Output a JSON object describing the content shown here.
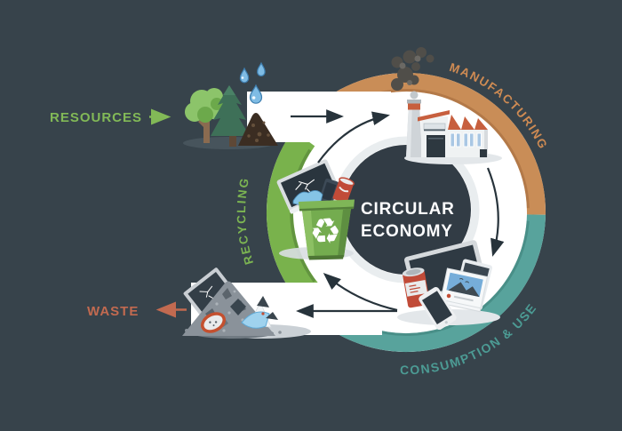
{
  "diagram": {
    "title_line1": "CIRCULAR",
    "title_line2": "ECONOMY",
    "stages": {
      "manufacturing": {
        "label": "MANUFACTURING",
        "text_color": "#CF8B53",
        "arc_color": "#C98D57"
      },
      "consumption_use": {
        "label": "CONSUMPTION & USE",
        "text_color": "#4C9B94",
        "arc_color": "#58A39C"
      },
      "recycling": {
        "label": "RECYCLING",
        "text_color": "#7CB552",
        "arc_color": "#79B24C"
      }
    },
    "endpoints": {
      "resources": {
        "label": "RESOURCES",
        "color": "#82B957",
        "arrow_direction": "right"
      },
      "waste": {
        "label": "WASTE",
        "color": "#C26A50",
        "arrow_direction": "left"
      }
    },
    "icons": [
      "trees-and-soil",
      "water-drops",
      "smoke",
      "factory",
      "recycling-bin",
      "broken-electronics",
      "consumer-devices",
      "waste-pile"
    ],
    "palette": {
      "background": "#37434B",
      "inner_circle": "#323C45",
      "ring": "#FFFFFF",
      "flow_arrow": "#27333B"
    }
  }
}
